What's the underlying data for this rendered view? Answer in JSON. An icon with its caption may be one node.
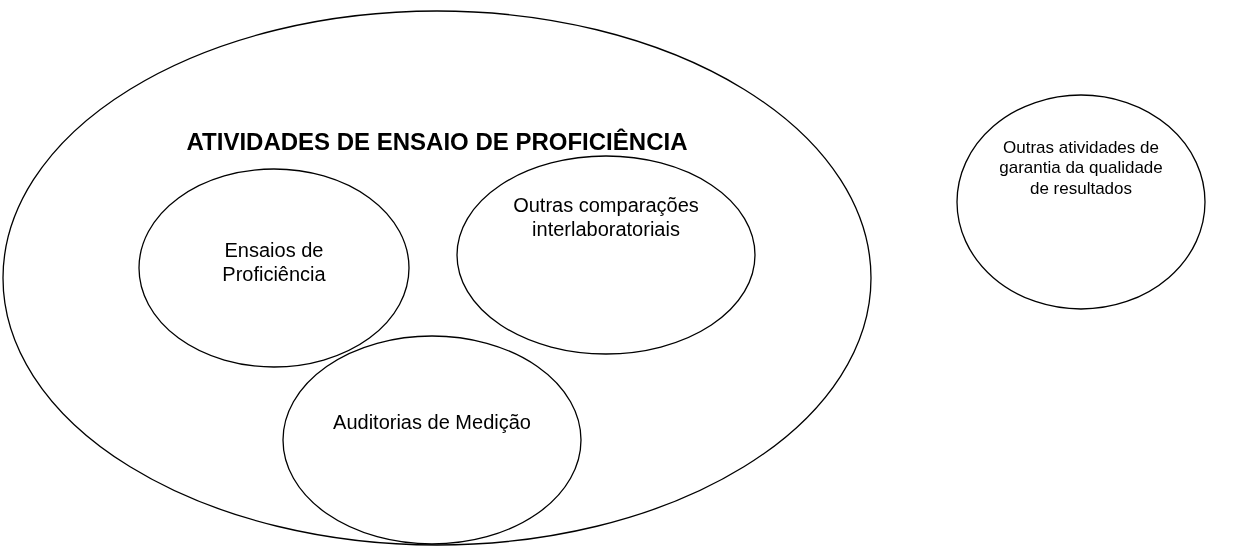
{
  "diagram": {
    "nodes": [
      {
        "text": [
          "ATIVIDADES DE ENSAIO DE PROFICIÊNCIA"
        ]
      },
      {
        "text": [
          "Ensaios de Proficiência"
        ],
        "in": 0
      },
      {
        "text": [
          "Outras comparações interlaboratoriais"
        ],
        "in": 0
      },
      {
        "text": [
          "Auditorias de Medição"
        ],
        "in": 0
      },
      {
        "text": [
          "Outras atividades de garantia da qualidade de resultados"
        ]
      }
    ]
  }
}
